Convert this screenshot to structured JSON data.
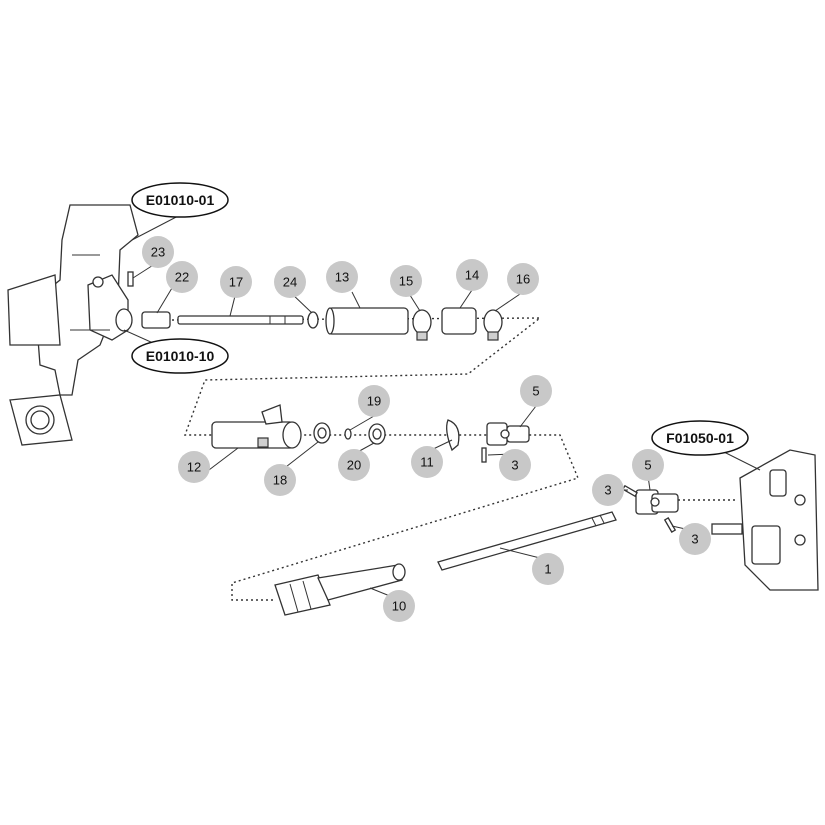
{
  "references": [
    {
      "id": "ref-e01010-01",
      "label": "E01010-01"
    },
    {
      "id": "ref-e01010-10",
      "label": "E01010-10"
    },
    {
      "id": "ref-f01050-01",
      "label": "F01050-01"
    }
  ],
  "callouts": [
    "23",
    "22",
    "17",
    "24",
    "13",
    "15",
    "14",
    "16",
    "5",
    "19",
    "12",
    "18",
    "20",
    "11",
    "3",
    "5",
    "3",
    "3",
    "1",
    "10"
  ],
  "colors": {
    "bubble": "#c8c8c8",
    "line": "#333333",
    "background": "#ffffff"
  }
}
